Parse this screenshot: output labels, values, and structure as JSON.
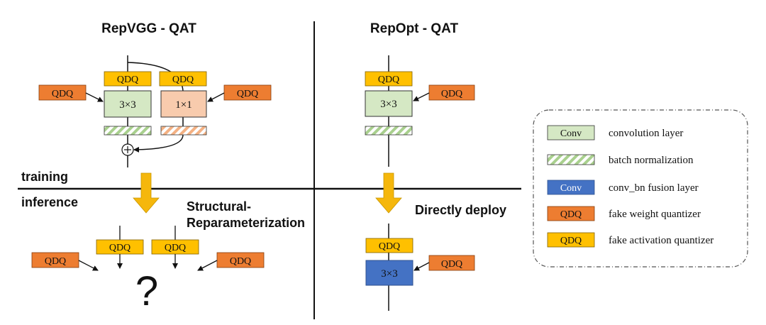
{
  "titles": {
    "left": "RepVGG - QAT",
    "right": "RepOpt - QAT"
  },
  "phases": {
    "training": "training",
    "inference": "inference"
  },
  "labels": {
    "structural_line1": "Structural-",
    "structural_line2": "Reparameterization",
    "directly_deploy": "Directly deploy",
    "qdq": "QDQ",
    "conv3": "3×3",
    "conv1": "1×1",
    "question": "?"
  },
  "legend": {
    "conv_swatch": "Conv",
    "conv": "convolution layer",
    "bn": "batch normalization",
    "fused_swatch": "Conv",
    "fused": "conv_bn fusion layer",
    "weight_swatch": "QDQ",
    "weight": "fake weight quantizer",
    "act_swatch": "QDQ",
    "act": "fake activation quantizer"
  },
  "colors": {
    "activation_qdq": "#FFC000",
    "weight_qdq": "#ED7D31",
    "conv": "#D5E8C4",
    "conv_1x1": "#F8CBAD",
    "fused_conv": "#4472C4",
    "bn_green_stripe": "#A9D08E",
    "bn_orange_stripe": "#F4B183",
    "arrow": "#F5B70C"
  }
}
